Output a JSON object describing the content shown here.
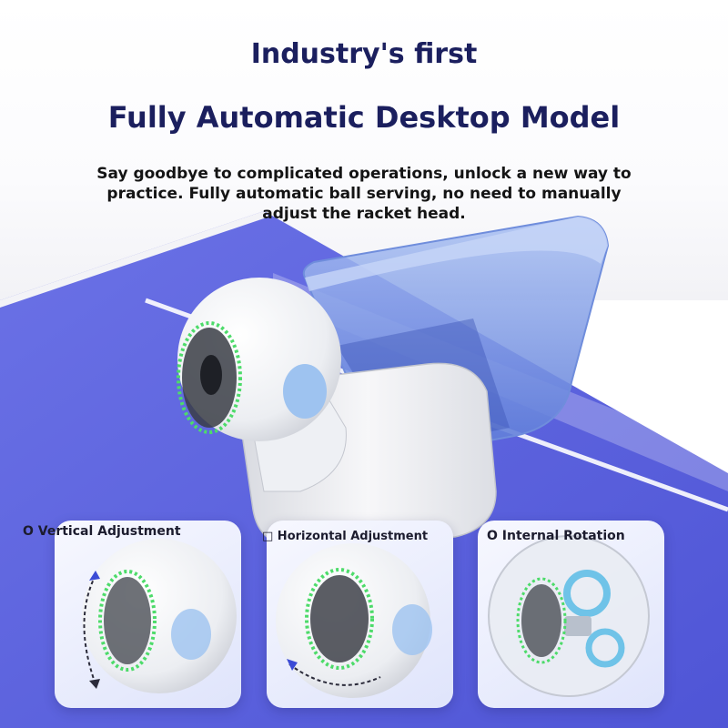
{
  "headline": {
    "line1": "Industry's first",
    "line2": "Fully Automatic Desktop Model"
  },
  "description": "Say goodbye to complicated operations, unlock a new way to practice. Fully automatic ball serving, no need to manually adjust the racket head.",
  "features": [
    {
      "label": "O Vertical Adjustment"
    },
    {
      "label": "□ Horizontal Adjustment"
    },
    {
      "label": "O Internal Rotation"
    }
  ],
  "colors": {
    "title_navy": "#1b1f5e",
    "table_blue": "#5f66df",
    "hopper_blue": "#8aa6e6",
    "led_green": "#4ddb6a"
  },
  "icons": [
    "curved-arrow-icon",
    "curved-arrow-icon"
  ]
}
